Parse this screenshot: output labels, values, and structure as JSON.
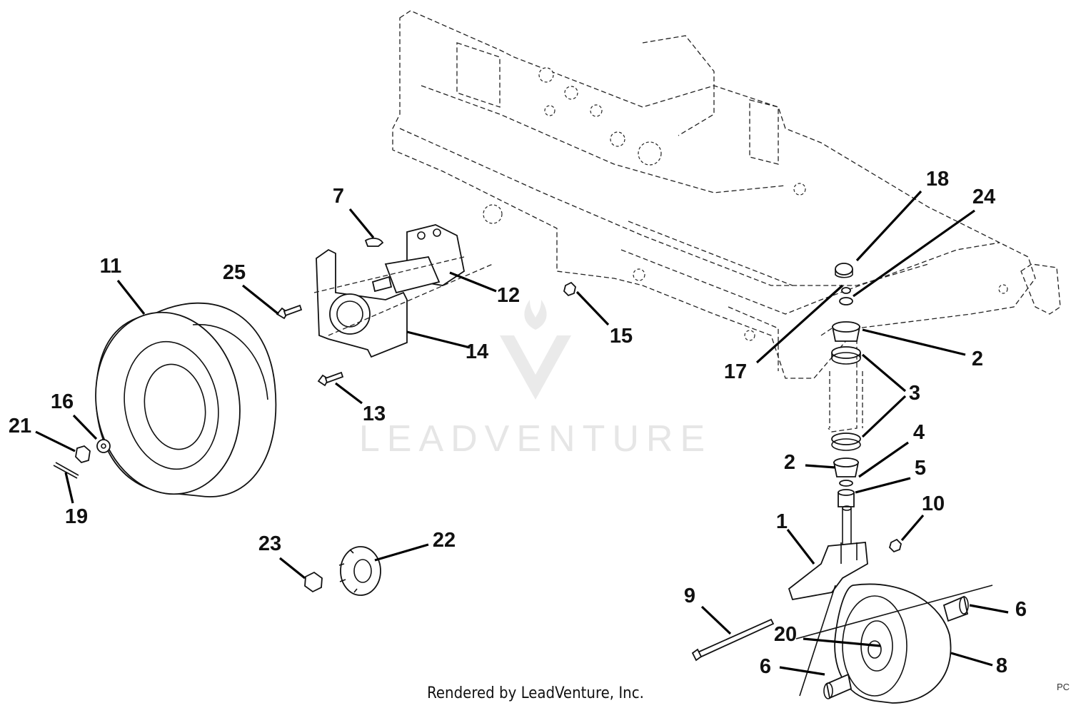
{
  "callouts": [
    {
      "label": "1"
    },
    {
      "label": "2"
    },
    {
      "label": "2"
    },
    {
      "label": "3"
    },
    {
      "label": "4"
    },
    {
      "label": "5"
    },
    {
      "label": "6"
    },
    {
      "label": "6"
    },
    {
      "label": "7"
    },
    {
      "label": "8"
    },
    {
      "label": "9"
    },
    {
      "label": "10"
    },
    {
      "label": "11"
    },
    {
      "label": "12"
    },
    {
      "label": "13"
    },
    {
      "label": "14"
    },
    {
      "label": "15"
    },
    {
      "label": "16"
    },
    {
      "label": "17"
    },
    {
      "label": "18"
    },
    {
      "label": "19"
    },
    {
      "label": "20"
    },
    {
      "label": "21"
    },
    {
      "label": "22"
    },
    {
      "label": "23"
    },
    {
      "label": "24"
    },
    {
      "label": "25"
    }
  ],
  "footer": {
    "rendered_by": "Rendered by LeadVenture, Inc."
  },
  "watermark": {
    "text": "LEADVENTURE"
  },
  "corner_code": "PC"
}
